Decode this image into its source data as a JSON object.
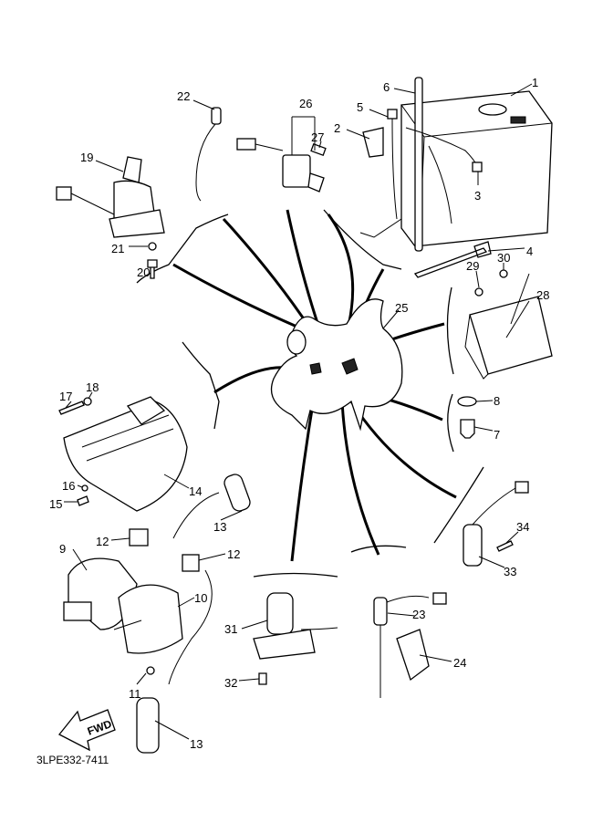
{
  "diagram": {
    "part_code": "3LPE332-7411",
    "direction_label": "FWD",
    "callouts": [
      {
        "label": "1"
      },
      {
        "label": "2"
      },
      {
        "label": "3"
      },
      {
        "label": "4"
      },
      {
        "label": "5"
      },
      {
        "label": "6"
      },
      {
        "label": "7"
      },
      {
        "label": "8"
      },
      {
        "label": "9"
      },
      {
        "label": "10"
      },
      {
        "label": "11"
      },
      {
        "label": "12"
      },
      {
        "label": "12"
      },
      {
        "label": "13"
      },
      {
        "label": "13"
      },
      {
        "label": "14"
      },
      {
        "label": "15"
      },
      {
        "label": "16"
      },
      {
        "label": "17"
      },
      {
        "label": "18"
      },
      {
        "label": "19"
      },
      {
        "label": "20"
      },
      {
        "label": "21"
      },
      {
        "label": "22"
      },
      {
        "label": "23"
      },
      {
        "label": "24"
      },
      {
        "label": "25"
      },
      {
        "label": "26"
      },
      {
        "label": "27"
      },
      {
        "label": "28"
      },
      {
        "label": "29"
      },
      {
        "label": "30"
      },
      {
        "label": "31"
      },
      {
        "label": "32"
      },
      {
        "label": "33"
      },
      {
        "label": "34"
      }
    ]
  }
}
